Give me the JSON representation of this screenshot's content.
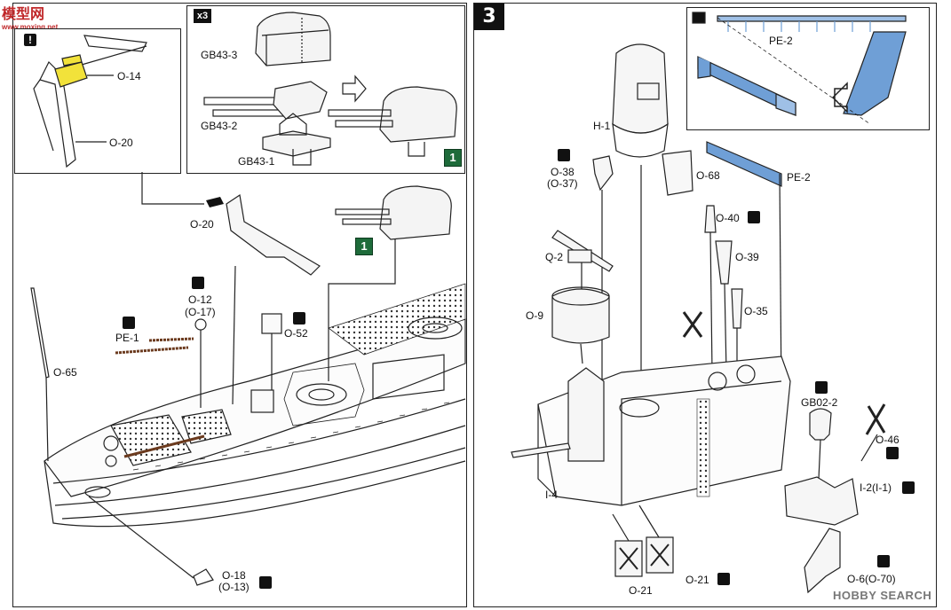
{
  "watermark_top": {
    "line1": "模型网",
    "line2": "www.moxing.net"
  },
  "watermark_bottom": "HOBBY SEARCH",
  "step_number": "3",
  "multiplier": "x3",
  "green_badge_a": "1",
  "green_badge_b": "1",
  "left_panel": {
    "inset_a": {
      "labels": {
        "o14": "O-14",
        "o20": "O-20"
      }
    },
    "inset_b": {
      "labels": {
        "gb43_3": "GB43-3",
        "gb43_2": "GB43-2",
        "gb43_1": "GB43-1"
      }
    },
    "main_labels": {
      "o20": "O-20",
      "o12": "O-12",
      "o12_alt": "(O-17)",
      "pe1": "PE-1",
      "o52": "O-52",
      "o65": "O-65",
      "o18": "O-18",
      "o18_alt": "(O-13)"
    }
  },
  "right_panel": {
    "inset": {
      "labels": {
        "pe2": "PE-2"
      }
    },
    "labels": {
      "h1": "H-1",
      "o38": "O-38",
      "o38_alt": "(O-37)",
      "o68": "O-68",
      "pe2": "PE-2",
      "o40": "O-40",
      "o39": "O-39",
      "q2": "Q-2",
      "o9": "O-9",
      "o35": "O-35",
      "gb02_2": "GB02-2",
      "o46": "O-46",
      "i2": "I-2(I-1)",
      "i4": "I-4",
      "o21a": "O-21",
      "o21b": "O-21",
      "o6": "O-6(O-70)"
    }
  },
  "colors": {
    "highlight_yellow": "#f2e23a",
    "pe_blue": "#6f9fd6",
    "badge_green": "#1e6b3a"
  },
  "icons": [
    "warning-icon",
    "cement-icon",
    "turret-arrow-icon",
    "hand-pointer-icon"
  ]
}
